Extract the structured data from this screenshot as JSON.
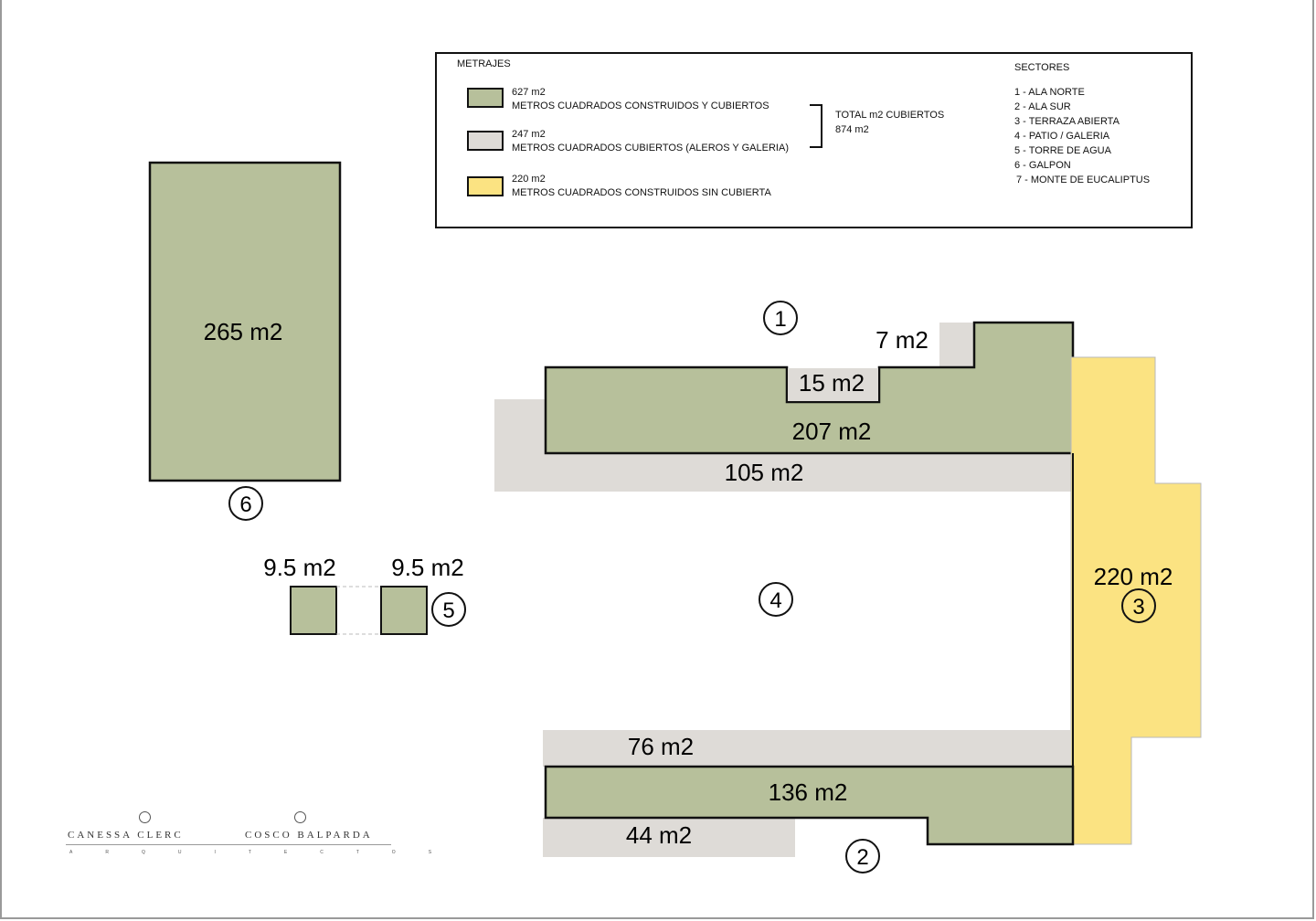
{
  "legend": {
    "title": "METRAJES",
    "items": [
      {
        "value": "627 m2",
        "desc": "METROS CUADRADOS CONSTRUIDOS Y CUBIERTOS",
        "color": "#b7c09b"
      },
      {
        "value": "247 m2",
        "desc": "METROS CUADRADOS CUBIERTOS (ALEROS Y GALERIA)",
        "color": "#dedbd7"
      },
      {
        "value": "220 m2",
        "desc": "METROS CUADRADOS CONSTRUIDOS SIN CUBIERTA",
        "color": "#fbe382"
      }
    ],
    "total_label": "TOTAL m2 CUBIERTOS",
    "total_value": "874 m2",
    "sectors_title": "SECTORES",
    "sectors": [
      "1 - ALA NORTE",
      "2 - ALA SUR",
      "3 - TERRAZA ABIERTA",
      "4 - PATIO / GALERIA",
      "5 - TORRE DE AGUA",
      "6 - GALPON",
      "7 - MONTE DE EUCALIPTUS"
    ]
  },
  "areas": {
    "galpon": "265 m2",
    "tower_left": "9.5 m2",
    "tower_right": "9.5 m2",
    "north_small": "7 m2",
    "north_notch": "15 m2",
    "north_main": "207 m2",
    "north_gallery": "105 m2",
    "terrace": "220 m2",
    "south_gallery": "76 m2",
    "south_main": "136 m2",
    "south_eave": "44 m2"
  },
  "markers": {
    "m1": "1",
    "m2": "2",
    "m3": "3",
    "m4": "4",
    "m5": "5",
    "m6": "6"
  },
  "logo": {
    "name_left": "CANESSA CLERC",
    "name_right": "COSCO BALPARDA",
    "subtitle": "ARQUITECTOS"
  },
  "colors": {
    "built_covered": "#b7c09b",
    "covered": "#dedbd7",
    "uncovered": "#fbe382",
    "outline": "#111111"
  }
}
